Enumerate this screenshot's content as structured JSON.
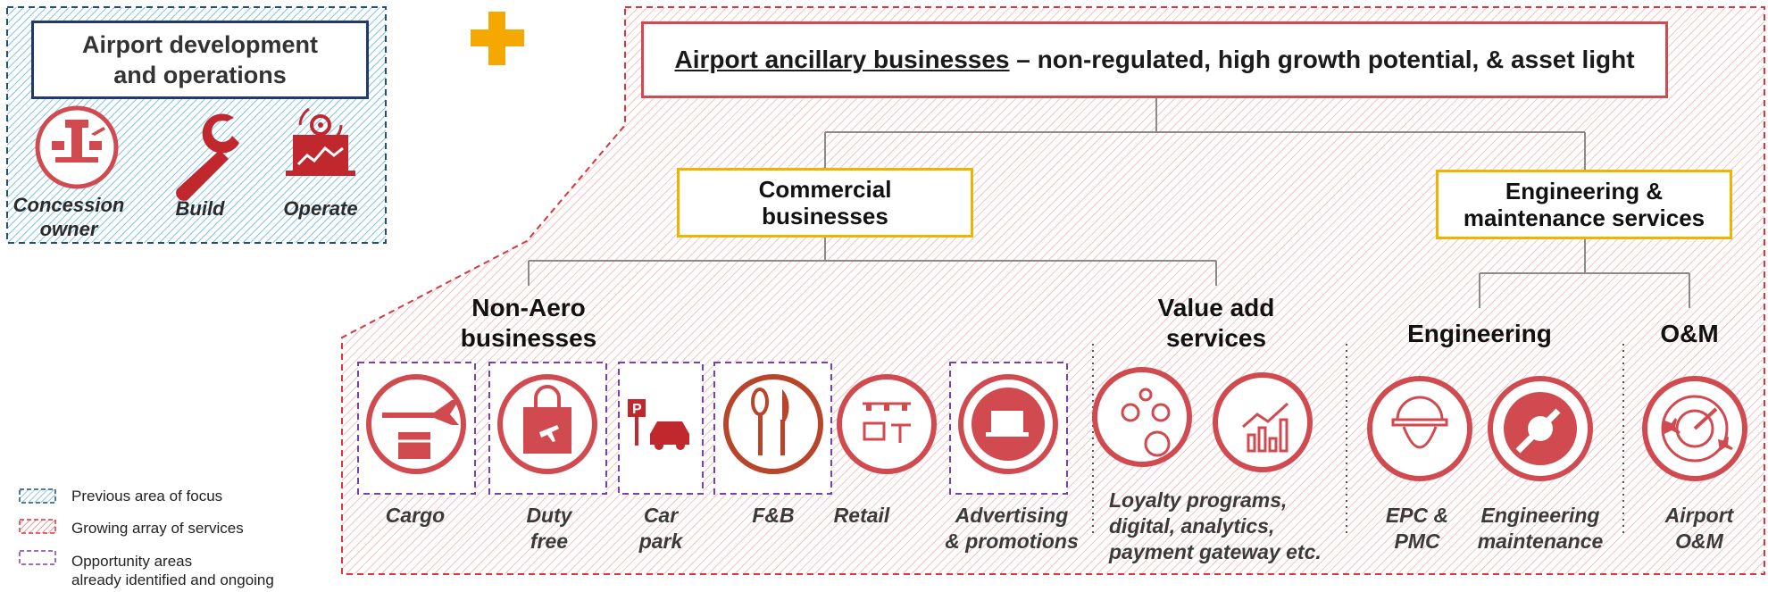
{
  "left_panel": {
    "title_line1": "Airport development",
    "title_line2": "and operations",
    "items": [
      {
        "label_line1": "Concession",
        "label_line2": "owner",
        "icon": "control-tower-icon"
      },
      {
        "label_line1": "Build",
        "label_line2": "",
        "icon": "wrench-icon"
      },
      {
        "label_line1": "Operate",
        "label_line2": "",
        "icon": "operations-laptop-icon"
      }
    ]
  },
  "plus_symbol": "plus-icon",
  "main": {
    "title_underlined": "Airport ancillary businesses",
    "title_rest": " – non-regulated, high growth potential, & asset light"
  },
  "branches": {
    "commercial": {
      "line1": "Commercial",
      "line2": "businesses"
    },
    "engineering_services": {
      "line1": "Engineering &",
      "line2": "maintenance services"
    }
  },
  "groups": {
    "non_aero": {
      "line1": "Non-Aero",
      "line2": "businesses"
    },
    "value_add": {
      "line1": "Value add",
      "line2": "services"
    },
    "engineering": {
      "line1": "Engineering",
      "line2": ""
    },
    "om": {
      "line1": "O&M",
      "line2": ""
    }
  },
  "services": [
    {
      "line1": "Cargo",
      "line2": "",
      "icon": "cargo-plane-icon"
    },
    {
      "line1": "Duty",
      "line2": "free",
      "icon": "duty-free-bag-icon"
    },
    {
      "line1": "Car",
      "line2": "park",
      "icon": "car-park-icon"
    },
    {
      "line1": "F&B",
      "line2": "",
      "icon": "cutlery-icon"
    },
    {
      "line1": "Retail",
      "line2": "",
      "icon": "retail-store-icon"
    },
    {
      "line1": "Advertising",
      "line2": "& promotions",
      "icon": "advertising-laptop-icon"
    },
    {
      "line1": "Loyalty programs,",
      "line2": "digital, analytics,",
      "line3": "payment gateway etc.",
      "icon": "loyalty-coins-icon"
    },
    {
      "line1": "EPC &",
      "line2": "PMC",
      "icon": "engineer-helmet-icon"
    },
    {
      "line1": "Engineering",
      "line2": "maintenance",
      "icon": "gear-wrench-icon"
    },
    {
      "line1": "Airport",
      "line2": "O&M",
      "icon": "radar-icon"
    }
  ],
  "legend": [
    {
      "label": "Previous area of focus",
      "color": "#2f6e9e"
    },
    {
      "label": "Growing array of services",
      "color": "#d9363e"
    },
    {
      "label_line1": "Opportunity areas",
      "label_line2": "already identified and ongoing",
      "color": "#7a3fb0"
    }
  ],
  "colors": {
    "accent_red": "#d04a4f",
    "dark_red": "#c0282e",
    "orange": "#f5a800",
    "gold_border": "#f0b400",
    "navy": "#1f3b6e",
    "purple": "#7a3fb0",
    "blue_hatch": "#6fb7e0"
  }
}
